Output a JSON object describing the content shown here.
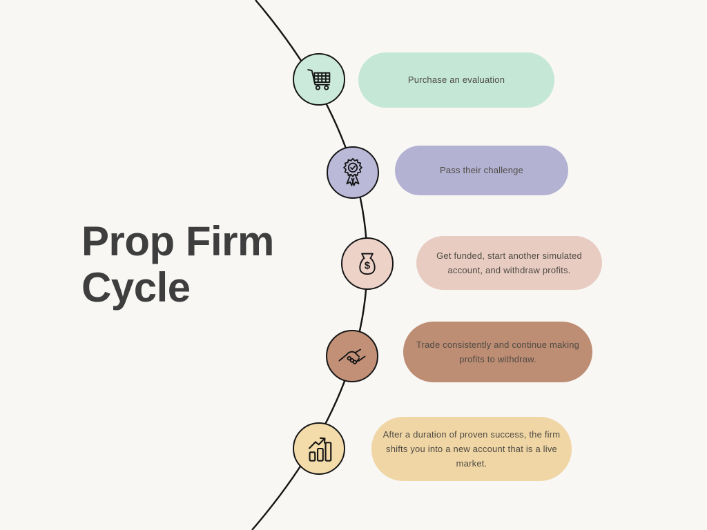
{
  "title": {
    "lines": [
      "Prop Firm",
      "Cycle"
    ]
  },
  "colors": {
    "bg": "#f8f7f4",
    "ink": "#151515",
    "title": "#3e3e3e",
    "text": "#4e4a43"
  },
  "steps": [
    {
      "label": "Purchase an evaluation",
      "icon": "shopping-cart",
      "pill_color": "#c4e7d6",
      "circle_color": "#cbeadb"
    },
    {
      "label": "Pass their challenge",
      "icon": "award-badge",
      "pill_color": "#b3b2d3",
      "circle_color": "#bab9d8"
    },
    {
      "label": "Get funded, start another simulated account, and withdraw profits.",
      "icon": "money-bag",
      "pill_color": "#e8ccc2",
      "circle_color": "#edd2c8"
    },
    {
      "label": "Trade consistently and continue making profits to withdraw.",
      "icon": "handshake",
      "pill_color": "#bd8d74",
      "circle_color": "#c29077"
    },
    {
      "label": "After a duration of proven success, the firm shifts you into a new account that is a live market.",
      "icon": "growth-chart",
      "pill_color": "#f0d6a5",
      "circle_color": "#f3dbaa"
    }
  ]
}
